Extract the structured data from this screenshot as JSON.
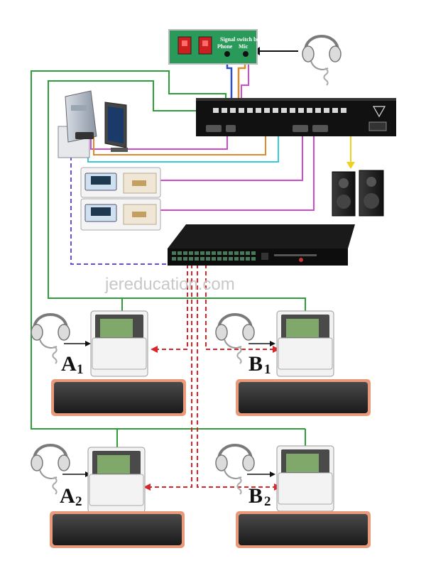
{
  "watermark": "jereducation.com",
  "switch_board": {
    "title": "Signal switch board",
    "left_label": "Phone",
    "right_label": "Mic"
  },
  "stations": [
    {
      "letter": "A",
      "number": "1"
    },
    {
      "letter": "B",
      "number": "1"
    },
    {
      "letter": "A",
      "number": "2"
    },
    {
      "letter": "B",
      "number": "2"
    }
  ],
  "colors": {
    "green_cable": "#2f9d3a",
    "magenta_cable": "#d04ad0",
    "cyan_cable": "#38c8e0",
    "orange_cable": "#e08a2a",
    "blue_cable": "#2a4fd0",
    "yellow_cable": "#f0d020",
    "purple_dashed": "#6a4ae0",
    "red_dashed": "#d8262a",
    "panel_green": "#2a9a5a",
    "rack_black": "#111111"
  }
}
